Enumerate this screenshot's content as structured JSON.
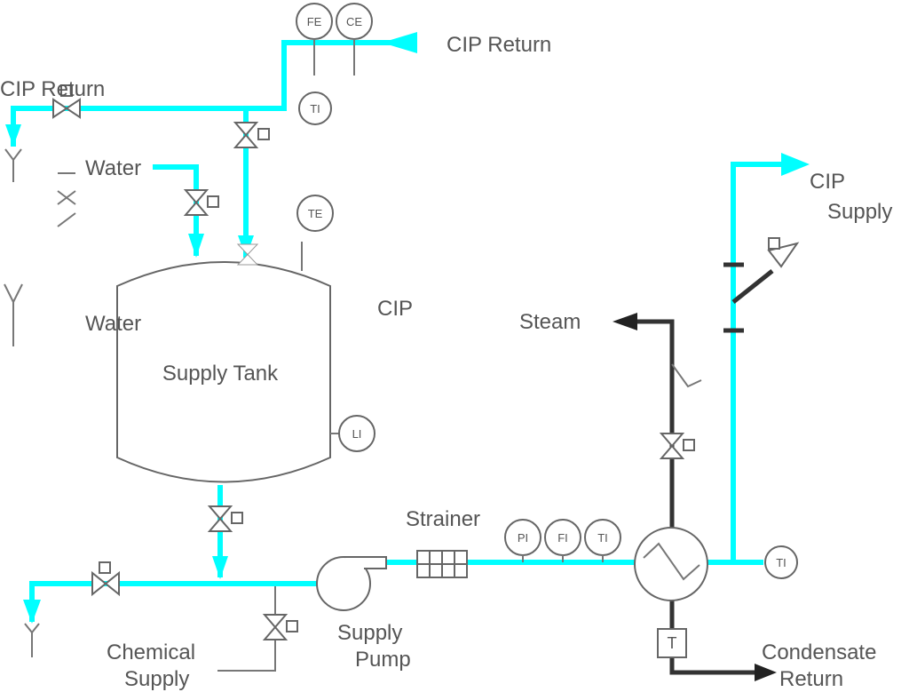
{
  "labels": {
    "cip_return_top": "CIP Return",
    "cip_return_left": "CIP Return",
    "water_top": "Water",
    "water_mid": "Water",
    "cip_supply_top": "CIP Supply",
    "cip_mid": "CIP",
    "supply_tank": "Supply Tank",
    "steam": "Steam",
    "strainer": "Strainer",
    "supply_pump": "Supply Pump",
    "chemical_supply": "Chemical Supply",
    "condensate_return": "Condensate Return"
  },
  "instruments": {
    "fe": "FE",
    "ce": "CE",
    "te_tank": "TE",
    "ti_return": "TI",
    "li_tank": "LI",
    "pi_1": "PI",
    "fi": "FI",
    "ti_1": "TI",
    "ti_out": "TI",
    "trap": "T"
  },
  "colors": {
    "process_line": "#00ffff",
    "steam_line": "#333333",
    "equipment": "#666666"
  }
}
